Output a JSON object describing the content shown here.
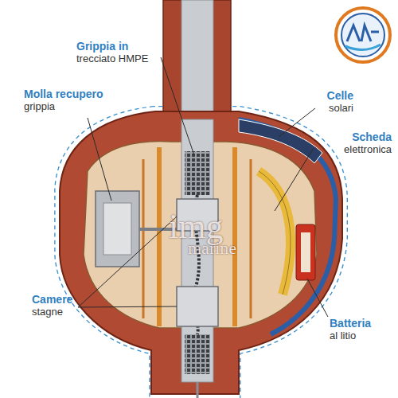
{
  "diagram": {
    "labels": [
      "Grippia in",
      "trecciato HMPE",
      "Molla recupero",
      "grippia",
      "Celle",
      "solari",
      "Scheda",
      "elettronica",
      "Camere",
      "stagne",
      "Batteria",
      "al litio",
      "img",
      "marine"
    ]
  }
}
